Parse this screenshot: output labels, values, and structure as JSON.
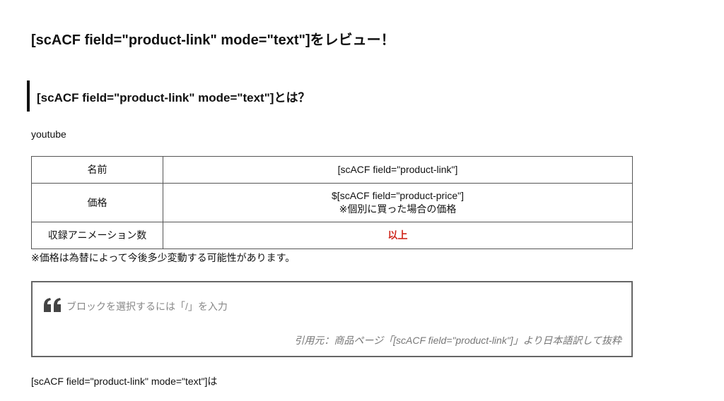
{
  "title": "[scACF field=\"product-link\" mode=\"text\"]をレビュー！",
  "section_heading": "[scACF field=\"product-link\" mode=\"text\"]とは？",
  "intro": "youtube",
  "table": {
    "rows": [
      {
        "label": "名前",
        "value": "[scACF field=\"product-link\"]"
      },
      {
        "label": "価格",
        "value": "$[scACF field=\"product-price\"]",
        "value2": "※個別に買った場合の価格"
      },
      {
        "label": "収録アニメーション数",
        "value": "以上"
      }
    ]
  },
  "price_note": "※価格は為替によって今後多少変動する可能性があります。",
  "quote": {
    "icon": "quote-icon",
    "placeholder": "ブロックを選択するには「/」を入力",
    "citation": "引用元：商品ページ「[scACF field=\"product-link\"]」より日本語訳して抜粋"
  },
  "closing": "[scACF field=\"product-link\" mode=\"text\"]は",
  "colors": {
    "accent_red": "#d0281e"
  }
}
